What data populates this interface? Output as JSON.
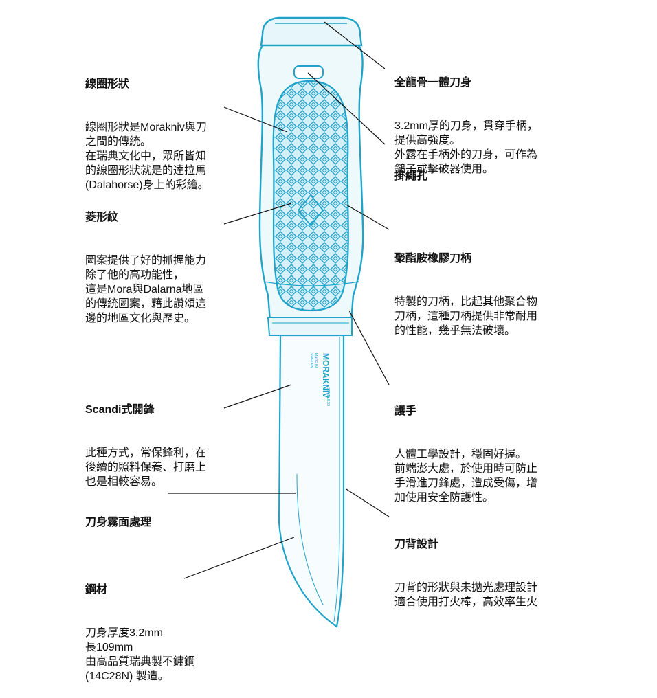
{
  "colors": {
    "outline": "#1fa3c9",
    "fill": "#eef9fc",
    "grip": "#bfe8f5",
    "leader": "#111111"
  },
  "blade_text": {
    "brand": "MORAKNIV",
    "made_in": "MADE IN",
    "country": "SWEDEN",
    "steel": "STAINLESS"
  },
  "annotations": {
    "coil": {
      "title": "線圈形狀",
      "body": "線圈形狀是Morakniv與刀\n之間的傳統。\n在瑞典文化中，眾所皆知\n的線圈形狀就是的達拉馬\n(Dalahorse)身上的彩繪。"
    },
    "diamond": {
      "title": "菱形紋",
      "body": "圖案提供了好的抓握能力\n除了他的高功能性，\n這是Mora與Dalarna地區\n的傳統圖案，藉此讚頌這\n邊的地區文化與歷史。"
    },
    "scandi": {
      "title": "Scandi式開鋒",
      "body": "此種方式，常保鋒利，在\n後續的照料保養、打磨上\n也是相較容易。"
    },
    "matte": {
      "title": "刀身霧面處理"
    },
    "steel": {
      "title": "鋼材",
      "body": "刀身厚度3.2mm\n長109mm\n由高品質瑞典製不鏽鋼\n(14C28N) 製造。"
    },
    "tang": {
      "title": "全龍骨一體刀身",
      "body": "3.2mm厚的刀身，貫穿手柄，\n提供高強度。\n外露在手柄外的刀身，可作為\n鎚子或擊破器使用。"
    },
    "lanyard": {
      "title": "掛繩孔"
    },
    "handle": {
      "title": "聚酯胺橡膠刀柄",
      "body": "特製的刀柄，比起其他聚合物\n刀柄，這種刀柄提供非常耐用\n的性能，幾乎無法破壞。"
    },
    "guard": {
      "title": "護手",
      "body": "人體工學設計，穩固好握。\n前端澎大處，於使用時可防止\n手滑進刀鋒處，造成受傷，增\n加使用安全防護性。"
    },
    "spine": {
      "title": "刀背設計",
      "body": "刀背的形狀與未拋光處理設計\n適合使用打火棒，高效率生火"
    }
  }
}
